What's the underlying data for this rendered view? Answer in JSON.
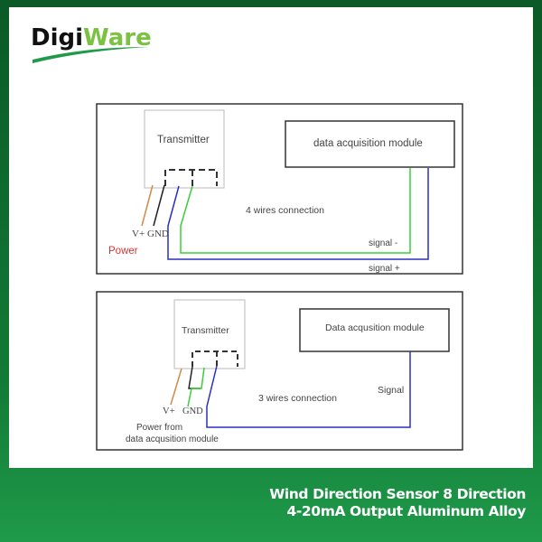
{
  "brand": {
    "logo_text_1": "Digi",
    "logo_text_2": "Ware",
    "colors": {
      "dark": "#111111",
      "accent": "#7cc242",
      "swoosh": "#1e9a48"
    }
  },
  "diagram_4wire": {
    "transmitter": "Transmitter",
    "module": "data acquisition module",
    "connection_label": "4 wires connection",
    "vplus": "V+",
    "gnd": "GND",
    "power": "Power",
    "signal_minus": "signal -",
    "signal_plus": "signal +"
  },
  "diagram_3wire": {
    "transmitter": "Transmitter",
    "module": "Data acqusition module",
    "connection_label": "3 wires connection",
    "signal": "Signal",
    "vplus": "V+",
    "gnd": "GND",
    "power_line1": "Power from",
    "power_line2": "data acqusition module"
  },
  "caption": {
    "line1": "Wind Direction Sensor 8 Direction",
    "line2": "4-20mA Output Aluminum Alloy"
  },
  "wire_colors": {
    "orange": "#d08a4a",
    "black": "#222222",
    "blue": "#2b2fc0",
    "green": "#38d038",
    "red_label": "#e03030"
  }
}
